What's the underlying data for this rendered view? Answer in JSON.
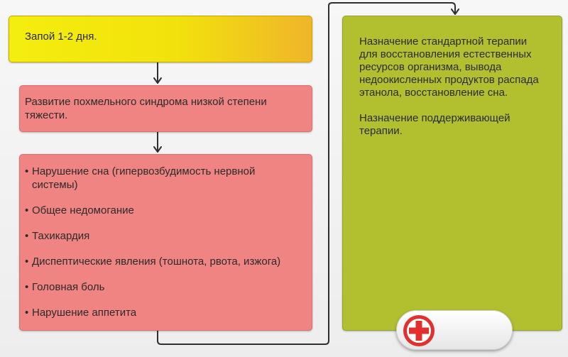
{
  "steps": {
    "binge": "Запой 1-2 дня.",
    "hangover": "Развитие похмельного синдрома низкой степени тяжести.",
    "symptoms": [
      "Нарушение сна (гипервозбудимость нервной системы)",
      "Общее недомогание",
      "Тахикардия",
      "Диспептические явления (тошнота, рвота, изжога)",
      "Головная боль",
      "Нарушение аппетита"
    ],
    "bullet": "•",
    "therapy": [
      "Назначение стандартной терапии для восстановления естественных ресурсов организма, вывода недоокисленных продуктов распада этанола, восстановление сна.",
      "Назначение поддерживающей терапии."
    ]
  },
  "icons": {
    "pill": "medical-cross-icon"
  },
  "colors": {
    "binge": "#f4ee0e",
    "symptom_boxes": "#f08483",
    "therapy_box": "#b2c030",
    "cross": "#e2302f",
    "connector": "#2f2f2f"
  }
}
